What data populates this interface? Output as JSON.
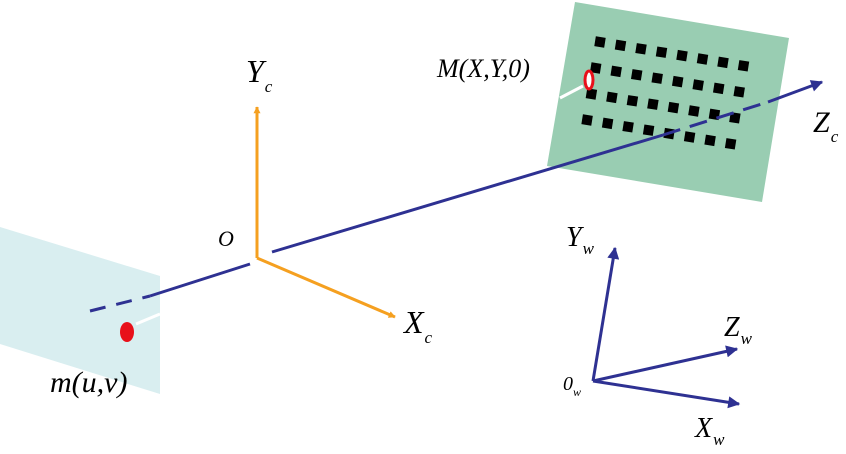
{
  "labels": {
    "camera_y": {
      "main": "Y",
      "sub": "c"
    },
    "camera_x": {
      "main": "X",
      "sub": "c"
    },
    "camera_z": {
      "main": "Z",
      "sub": "c"
    },
    "origin": "O",
    "world_y": {
      "main": "Y",
      "sub": "w"
    },
    "world_z": {
      "main": "Z",
      "sub": "w"
    },
    "world_x": {
      "main": "X",
      "sub": "w"
    },
    "world_origin": {
      "main": "0",
      "sub": "w"
    },
    "image_point": "m(u,v)",
    "world_point": "M(X,Y,0)"
  },
  "colors": {
    "camera_axes": "#f5a020",
    "optical_axis": "#2e3192",
    "world_axes": "#2e3192",
    "image_plane": "#d9eef0",
    "calibration_board": "#99cdb2",
    "board_squares": "#000000",
    "points": "#e8101a"
  },
  "board": {
    "rows": 4,
    "cols": 8
  }
}
